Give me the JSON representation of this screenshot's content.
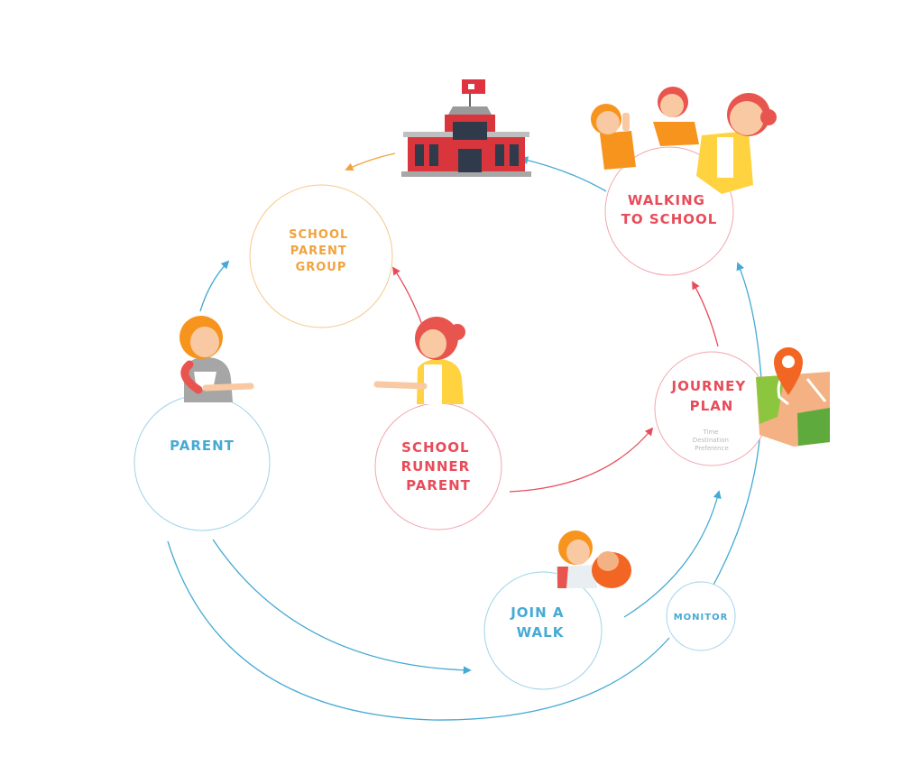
{
  "colors": {
    "blue": "#45aad4",
    "red": "#e84c5a",
    "orange": "#f0a33e",
    "skin": "#f9c9a3",
    "hair_orange": "#f7941d",
    "hair_red": "#e8554e",
    "shirt_yellow": "#ffd23f",
    "brick": "#d8363c"
  },
  "nodes": {
    "school_parent_group": [
      "SCHOOL",
      "PARENT",
      "GROUP"
    ],
    "walking_to_school": [
      "WALKING",
      "TO SCHOOL"
    ],
    "parent": [
      "PARENT"
    ],
    "school_runner_parent": [
      "SCHOOL",
      "RUNNER",
      "PARENT"
    ],
    "journey_plan": {
      "title": [
        "JOURNEY",
        "PLAN"
      ],
      "details": [
        "Time",
        "Destination",
        "Preference"
      ]
    },
    "join_a_walk": [
      "JOIN A",
      "WALK"
    ],
    "monitor": [
      "MONITOR"
    ]
  },
  "icons": {
    "school": "school-building-icon",
    "map": "map-pin-icon",
    "parent": "parent-woman-icon",
    "runner": "runner-parent-woman-icon",
    "walkers": "walking-family-icon",
    "join": "child-with-bag-icon"
  }
}
